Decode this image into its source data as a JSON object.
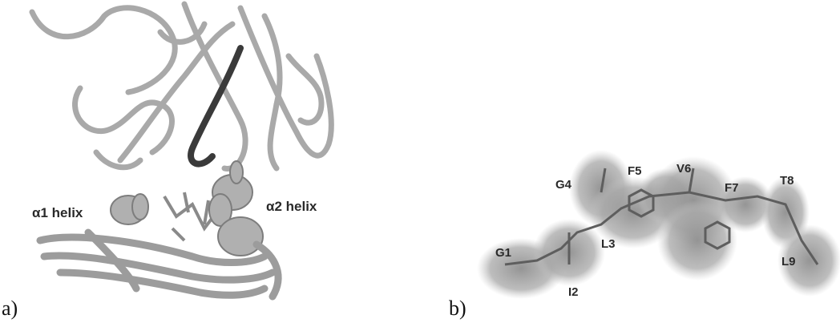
{
  "panel_a": {
    "letter": "a)",
    "labels": {
      "alpha1": "α1 helix",
      "alpha2": "α2 helix"
    }
  },
  "panel_b": {
    "letter": "b)",
    "residues": {
      "g1": "G1",
      "i2": "I2",
      "l3": "L3",
      "g4": "G4",
      "f5": "F5",
      "v6": "V6",
      "f7": "F7",
      "t8": "T8",
      "l9": "L9"
    }
  },
  "colors": {
    "ribbon": "#a9a9a9",
    "ribbon_dark": "#707070",
    "highlight": "#3a3a3a",
    "surface": "#b4b4b4"
  }
}
